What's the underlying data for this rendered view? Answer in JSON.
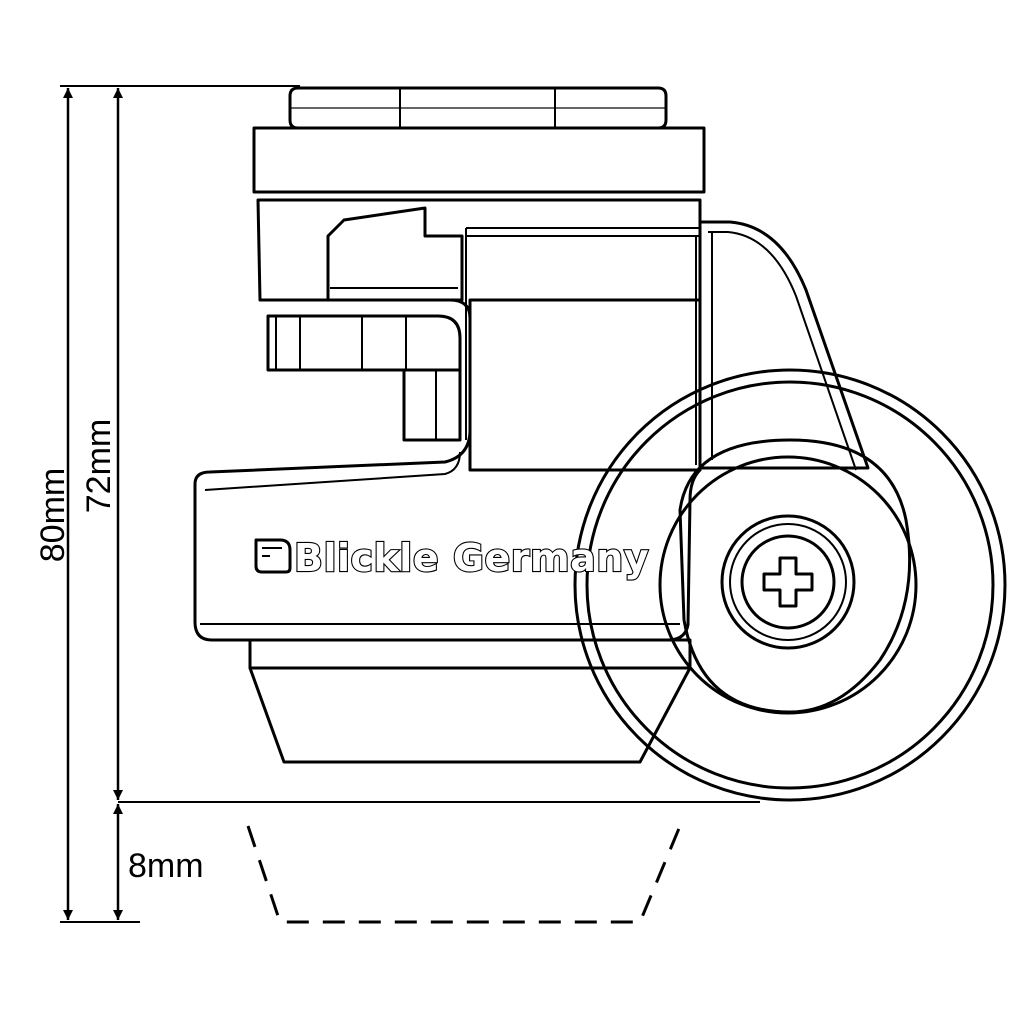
{
  "diagram": {
    "brand": "Blickle Germany",
    "dimensions": {
      "overall_height": "80mm",
      "frame_height": "72mm",
      "leveling_stroke": "8mm"
    }
  }
}
